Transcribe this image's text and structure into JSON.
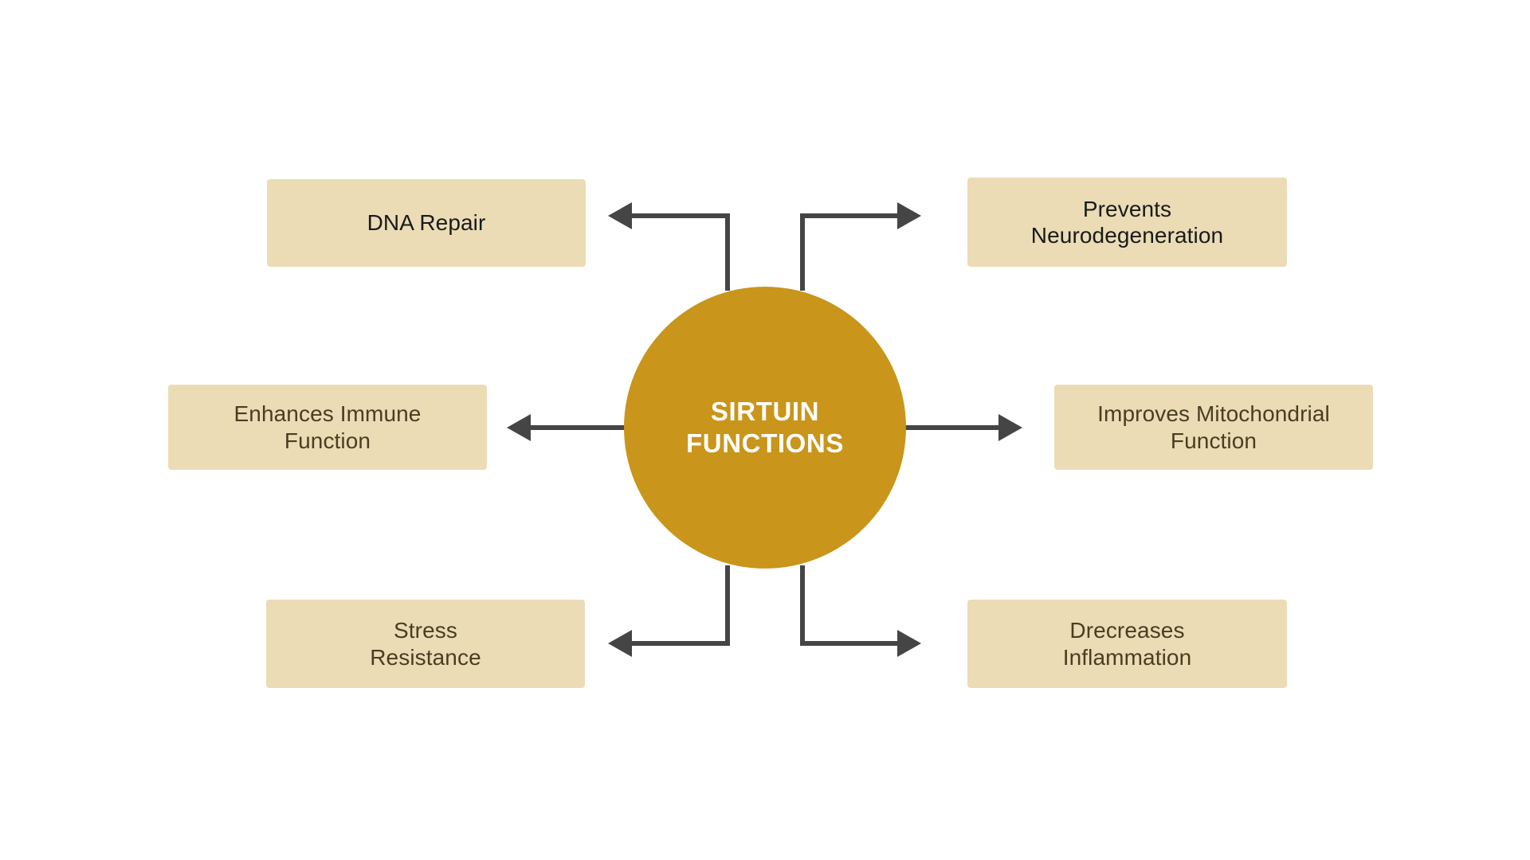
{
  "diagram": {
    "type": "hub-and-spoke",
    "center": {
      "label": "SIRTUIN\nFUNCTIONS",
      "shape": "circle",
      "fill_color": "#C9951A",
      "text_color": "#FFFFFF"
    },
    "colors": {
      "background": "#FFFFFF",
      "hub_gold": "#C9951A",
      "box_fill": "#EBDCB6",
      "connector": "#454545",
      "text_dark": "#1A1A1A",
      "text_brown": "#4A3D21"
    },
    "nodes": [
      {
        "id": "dna-repair",
        "label": "DNA Repair",
        "position": "top-left",
        "connector": "elbow-left",
        "text_color": "#1A1A1A"
      },
      {
        "id": "prevents-neurodegeneration",
        "label": "Prevents\nNeurodegeneration",
        "position": "top-right",
        "connector": "elbow-right",
        "text_color": "#1A1A1A"
      },
      {
        "id": "enhances-immune-function",
        "label": "Enhances Immune\nFunction",
        "position": "middle-left",
        "connector": "straight-left",
        "text_color": "#4A3D21"
      },
      {
        "id": "improves-mitochondrial-function",
        "label": "Improves Mitochondrial\nFunction",
        "position": "middle-right",
        "connector": "straight-right",
        "text_color": "#4A3D21"
      },
      {
        "id": "stress-resistance",
        "label": "Stress\nResistance",
        "position": "bottom-left",
        "connector": "elbow-left",
        "text_color": "#4A3D21"
      },
      {
        "id": "decreases-inflammation",
        "label": "Drecreases\nInflammation",
        "position": "bottom-right",
        "connector": "elbow-right",
        "text_color": "#4A3D21"
      }
    ],
    "connectors": [
      {
        "id": "top-left-arrow",
        "name": "arrow-to-dna-repair"
      },
      {
        "id": "top-right-arrow",
        "name": "arrow-to-prevents-neurodegeneration"
      },
      {
        "id": "middle-left-arrow",
        "name": "arrow-to-enhances-immune-function"
      },
      {
        "id": "middle-right-arrow",
        "name": "arrow-to-improves-mitochondrial-function"
      },
      {
        "id": "bottom-left-arrow",
        "name": "arrow-to-stress-resistance"
      },
      {
        "id": "bottom-right-arrow",
        "name": "arrow-to-decreases-inflammation"
      }
    ]
  }
}
